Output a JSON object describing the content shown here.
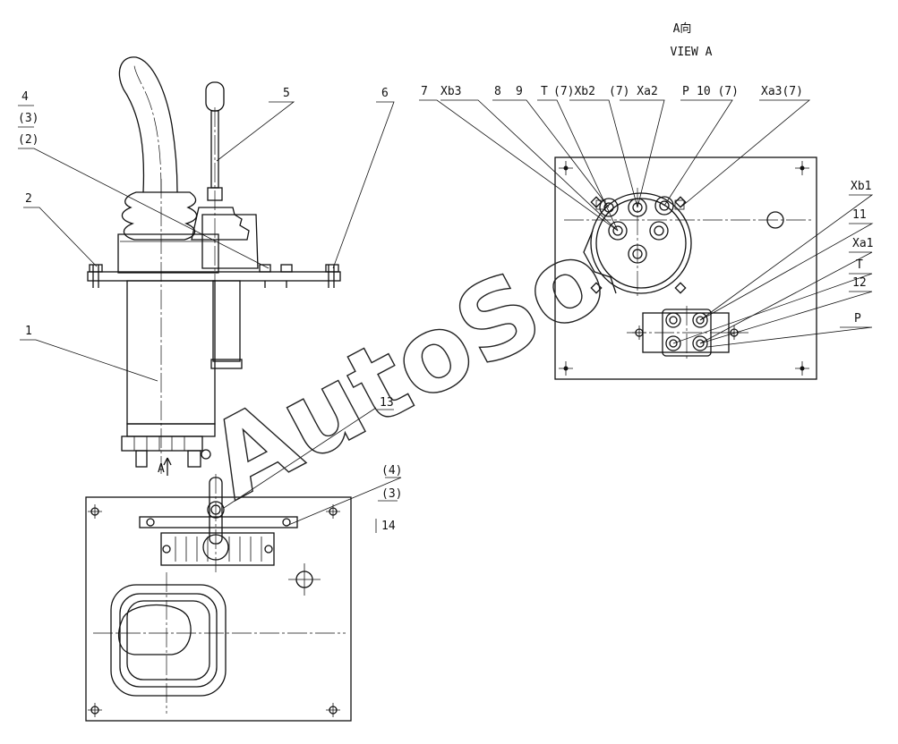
{
  "view_title": {
    "cn": "A向",
    "en": "VIEW A"
  },
  "watermark": "AutoSo",
  "section_mark": "A",
  "labels": {
    "n1": "1",
    "n2": "2",
    "n3_upper": "(3)",
    "n2_upper": "(2)",
    "n4_upper": "4",
    "n5": "5",
    "n6": "6",
    "n13": "13",
    "n4_lower": "(4)",
    "n3_lower": "(3)",
    "n14": "14",
    "n7": "7",
    "xb3": "Xb3",
    "n8": "8",
    "n9": "9",
    "t_top": "T",
    "n7_xb2": "(7)Xb2",
    "n7_xa2": "(7) Xa2",
    "p_top": "P",
    "n10_7": "10 (7)",
    "xa3_7": "Xa3(7)",
    "xb1": "Xb1",
    "n11": "11",
    "xa1": "Xa1",
    "t_right": "T",
    "n12": "12",
    "p_right": "P"
  }
}
